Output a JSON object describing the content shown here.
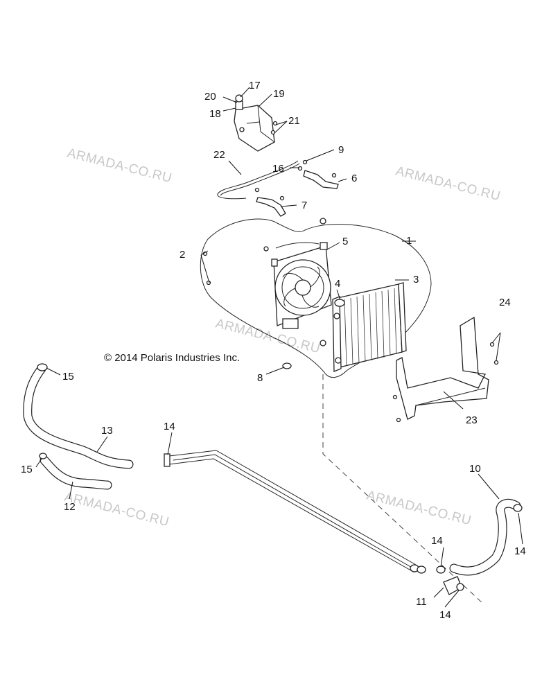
{
  "copyright": "© 2014 Polaris Industries Inc.",
  "watermark": "ARMADA-CO.RU",
  "callouts": [
    {
      "id": "c1",
      "text": "1"
    },
    {
      "id": "c2",
      "text": "2"
    },
    {
      "id": "c3",
      "text": "3"
    },
    {
      "id": "c4",
      "text": "4"
    },
    {
      "id": "c5",
      "text": "5"
    },
    {
      "id": "c6",
      "text": "6"
    },
    {
      "id": "c7",
      "text": "7"
    },
    {
      "id": "c8",
      "text": "8"
    },
    {
      "id": "c9",
      "text": "9"
    },
    {
      "id": "c10",
      "text": "10"
    },
    {
      "id": "c11",
      "text": "11"
    },
    {
      "id": "c12",
      "text": "12"
    },
    {
      "id": "c13",
      "text": "13"
    },
    {
      "id": "c14a",
      "text": "14"
    },
    {
      "id": "c14b",
      "text": "14"
    },
    {
      "id": "c14c",
      "text": "14"
    },
    {
      "id": "c14d",
      "text": "14"
    },
    {
      "id": "c15a",
      "text": "15"
    },
    {
      "id": "c15b",
      "text": "15"
    },
    {
      "id": "c16",
      "text": "16"
    },
    {
      "id": "c17",
      "text": "17"
    },
    {
      "id": "c18",
      "text": "18"
    },
    {
      "id": "c19",
      "text": "19"
    },
    {
      "id": "c20",
      "text": "20"
    },
    {
      "id": "c21",
      "text": "21"
    },
    {
      "id": "c22",
      "text": "22"
    },
    {
      "id": "c23",
      "text": "23"
    },
    {
      "id": "c24",
      "text": "24"
    }
  ]
}
